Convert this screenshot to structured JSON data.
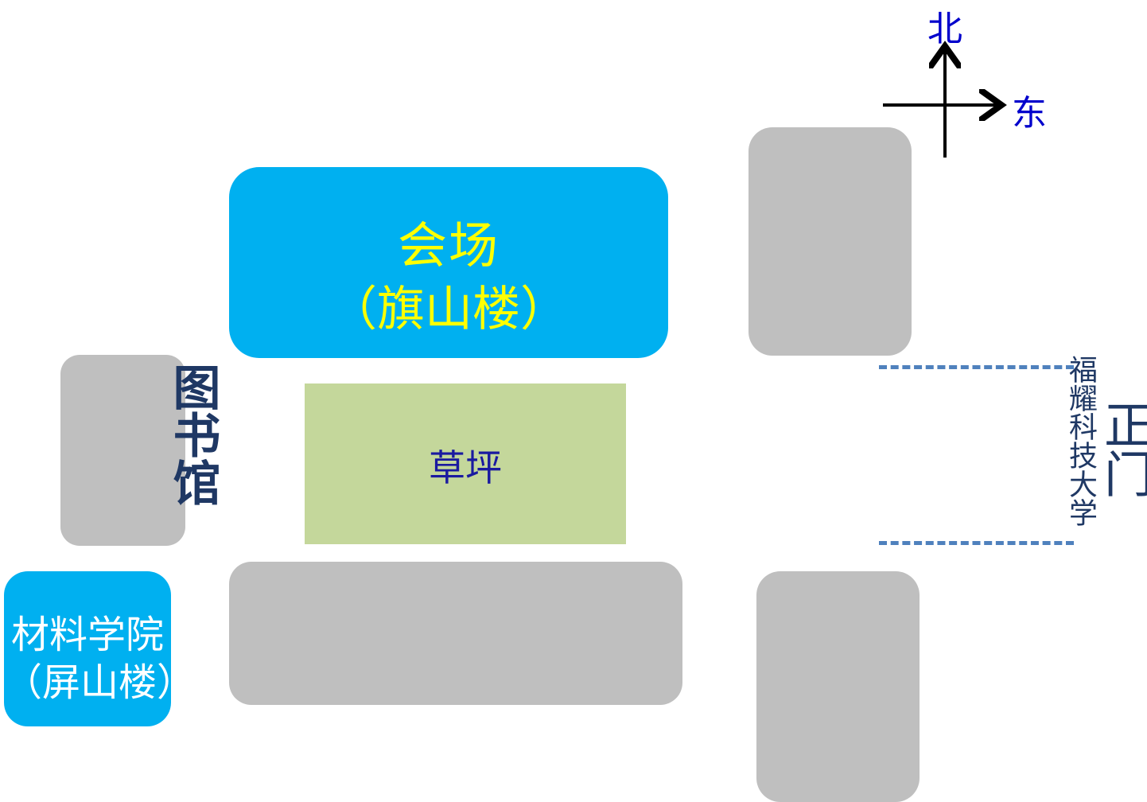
{
  "compass": {
    "north": "北",
    "east": "东"
  },
  "buildings": {
    "venue": {
      "name": "会场",
      "sub": "（旗山楼）"
    },
    "library": {
      "name": "图书馆"
    },
    "lawn": {
      "name": "草坪"
    },
    "materials": {
      "name": "材料学院",
      "sub": "（屏山楼）"
    }
  },
  "gate": {
    "university": "福耀科技大学",
    "label": "正门"
  },
  "colors": {
    "venue": "#00b0f0",
    "materials": "#00b0f0",
    "lawn": "#c4d79b",
    "other_buildings": "#bfbfbf",
    "gate_line": "#4f81bd",
    "compass_text": "#0000cc",
    "venue_text": "#ffff00"
  }
}
